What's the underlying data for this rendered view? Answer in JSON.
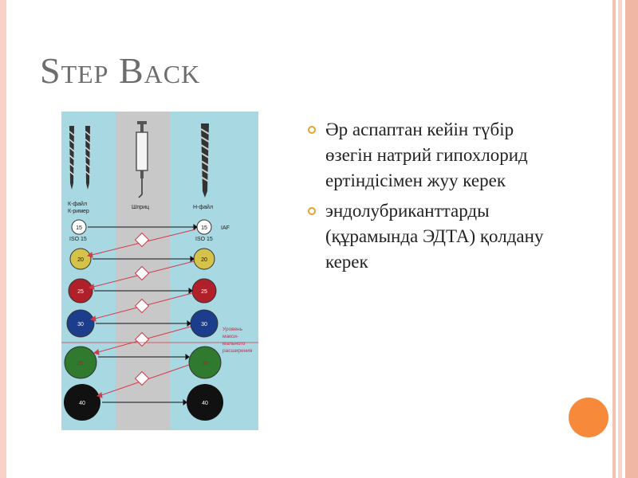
{
  "slide": {
    "title": "Step Back",
    "bullets": [
      "Әр аспаптан кейін түбір өзегін натрий гипохлорид ертіндісімен жуу керек",
      "эндолубриканттарды (құрамында ЭДТА) қолдану керек"
    ]
  },
  "figure": {
    "label_left": "К-файл\nК-ример",
    "label_syringe": "Шприц",
    "label_right": "Н-файл",
    "iso_label": "ISO 15",
    "iaf_label": "IAF",
    "sizes": [
      "15",
      "20",
      "25",
      "30",
      "35",
      "40"
    ],
    "side_note": "Уровень макси-мального расширения",
    "colors": {
      "background": "#a8d8e2",
      "syringe_band": "#c8c8c8",
      "size_15": "#ffffff",
      "size_20": "#d4c24a",
      "size_25": "#b0202a",
      "size_30": "#1c3d8c",
      "size_35": "#2f7a2f",
      "size_40": "#111111"
    }
  }
}
